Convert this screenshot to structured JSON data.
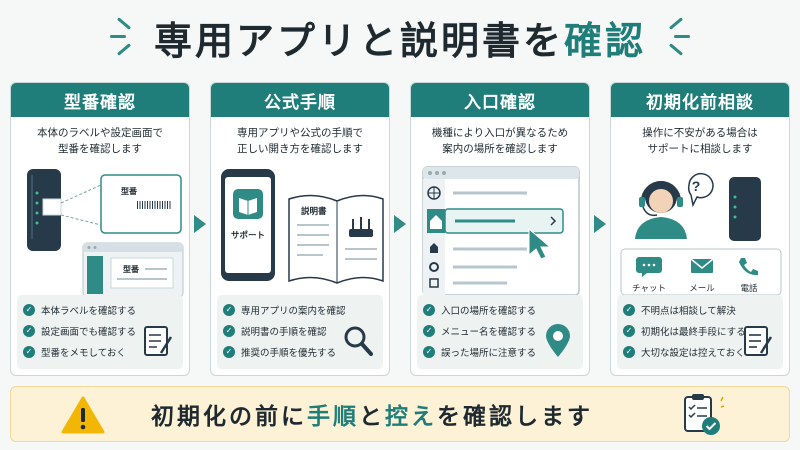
{
  "title": {
    "pre": "専用アプリと説明書を",
    "accent": "確認"
  },
  "panels": [
    {
      "heading": "型番確認",
      "desc1": "本体のラベルや設定画面で",
      "desc2": "型番を確認します",
      "label_sticker": "型番",
      "label_screen": "型番",
      "checks": [
        "本体ラベルを確認する",
        "設定画面でも確認する",
        "型番をメモしておく"
      ],
      "icon": "notepad-icon"
    },
    {
      "heading": "公式手順",
      "desc1": "専用アプリや公式の手順で",
      "desc2": "正しい開き方を確認します",
      "app_label": "サポート",
      "manual_label": "説明書",
      "checks": [
        "専用アプリの案内を確認",
        "説明書の手順を確認",
        "推奨の手順を優先する"
      ],
      "icon": "magnifier-icon"
    },
    {
      "heading": "入口確認",
      "desc1": "機種により入口が異なるため",
      "desc2": "案内の場所を確認します",
      "checks": [
        "入口の場所を確認する",
        "メニュー名を確認する",
        "誤った場所に注意する"
      ],
      "icon": "location-pin-icon"
    },
    {
      "heading": "初期化前相談",
      "desc1": "操作に不安がある場合は",
      "desc2": "サポートに相談します",
      "contacts": [
        "チャット",
        "メール",
        "電話"
      ],
      "checks": [
        "不明点は相談して解決",
        "初期化は最終手段にする",
        "大切な設定は控えておく"
      ],
      "icon": "notepad-icon"
    }
  ],
  "banner": {
    "p1": "初期化の前に",
    "a1": "手順",
    "p2": "と",
    "a2": "控え",
    "p3": "を確認します"
  },
  "colors": {
    "accent": "#1f7d7a",
    "warning": "#f2b705",
    "banner_bg": "#fdf2d6"
  }
}
